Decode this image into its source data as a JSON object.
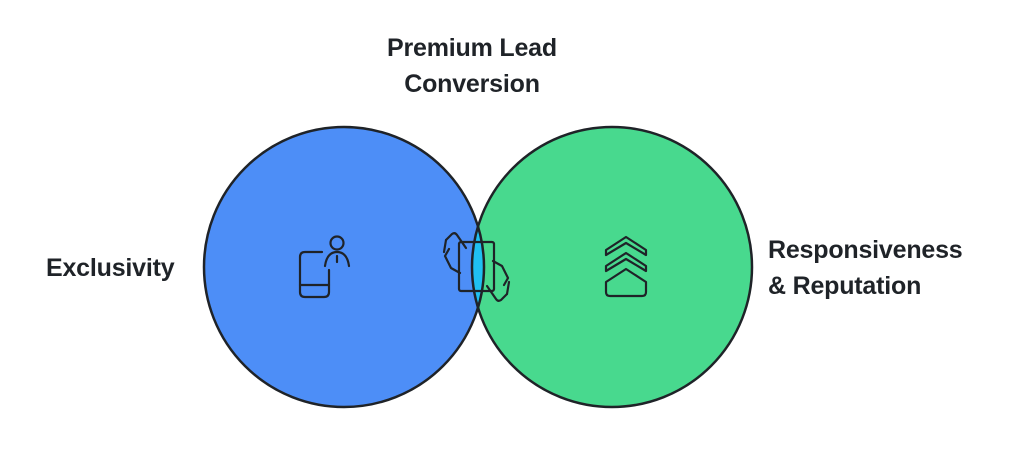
{
  "diagram": {
    "intersection_label": {
      "line1": "Premium Lead",
      "line2": "Conversion"
    },
    "left_set_label": "Exclusivity",
    "right_set_label": {
      "line1": "Responsiveness",
      "line2": "& Reputation"
    },
    "colors": {
      "left_circle": "#4d8ef7",
      "right_circle": "#48d98e",
      "intersection": "#1fc0f2",
      "outline": "#1f2328",
      "text": "#1f2328"
    },
    "icons": {
      "left": "user-phone-icon",
      "center": "hands-holding-card-icon",
      "right": "chevrons-up-icon"
    }
  }
}
